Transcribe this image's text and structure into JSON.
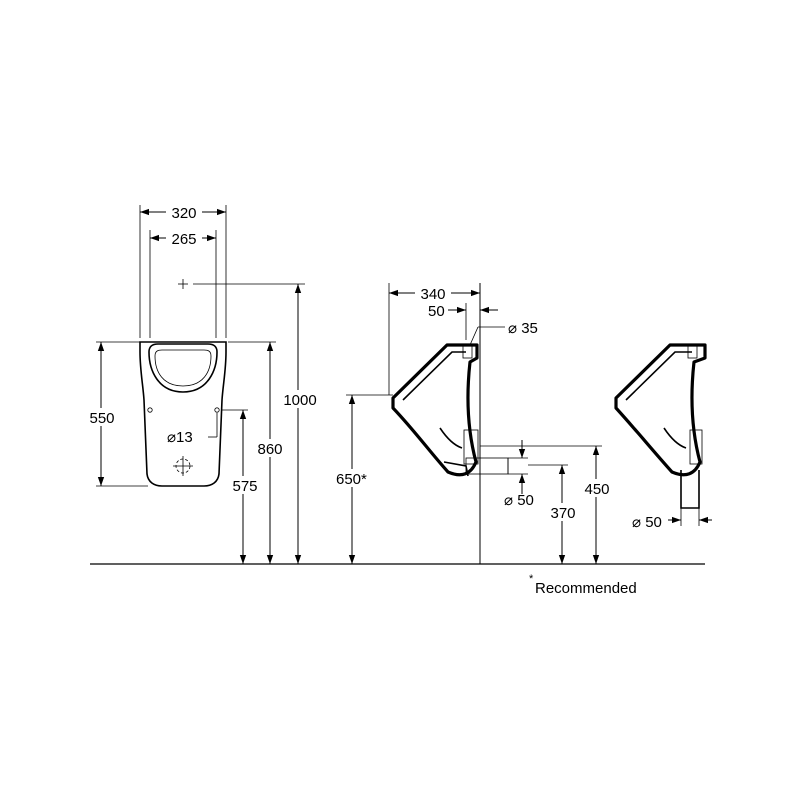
{
  "front_view": {
    "width_outer": "320",
    "width_inner": "265",
    "height": "550",
    "hole_dia": "⌀13",
    "hole_height": "575",
    "rim_height": "860",
    "top_height": "1000"
  },
  "side_view": {
    "depth": "340",
    "inlet_offset": "50",
    "inlet_dia": "⌀ 35",
    "install_height": "650*",
    "outlet_dia": "⌀ 50",
    "outlet_height": "370",
    "trap_height": "450"
  },
  "alt_view": {
    "outlet_dia": "⌀ 50"
  },
  "footnote": {
    "mark": "*",
    "text": "Recommended"
  }
}
